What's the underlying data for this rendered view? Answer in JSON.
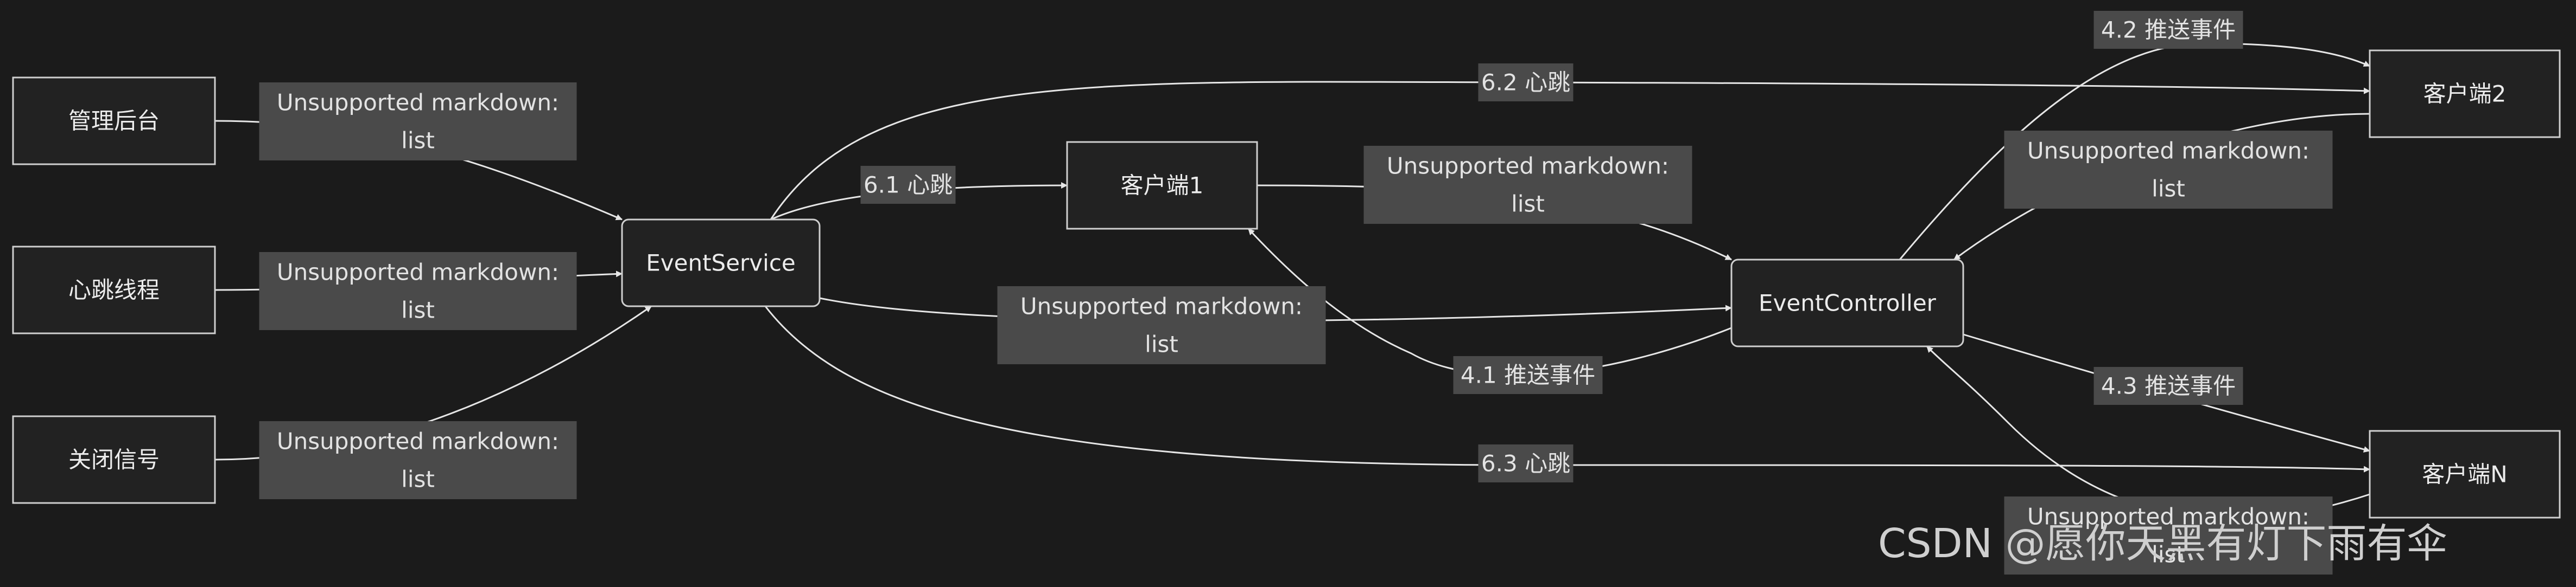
{
  "nodes": {
    "admin": "管理后台",
    "heartbeat": "心跳线程",
    "shutdown": "关闭信号",
    "eventservice": "EventService",
    "client1": "客户端1",
    "eventcontroller": "EventController",
    "client2": "客户端2",
    "clientn": "客户端N"
  },
  "edges": {
    "admin_to_service": [
      "Unsupported markdown:",
      "list"
    ],
    "heartbeat_to_service": [
      "Unsupported markdown:",
      "list"
    ],
    "shutdown_to_service": [
      "Unsupported markdown:",
      "list"
    ],
    "service_to_client1": [
      "6.1 心跳"
    ],
    "service_to_client2": [
      "6.2 心跳"
    ],
    "service_to_clientn": [
      "6.3 心跳"
    ],
    "service_to_controller": [
      "Unsupported markdown:",
      "list"
    ],
    "client1_to_controller": [
      "Unsupported markdown:",
      "list"
    ],
    "controller_to_client1": [
      "4.1 推送事件"
    ],
    "controller_to_client2": [
      "4.2 推送事件"
    ],
    "client2_to_controller": [
      "Unsupported markdown:",
      "list"
    ],
    "controller_to_clientn": [
      "4.3 推送事件"
    ],
    "clientn_to_controller": [
      "Unsupported markdown:",
      "list"
    ]
  },
  "watermark": "CSDN @愿你天黑有灯下雨有伞"
}
